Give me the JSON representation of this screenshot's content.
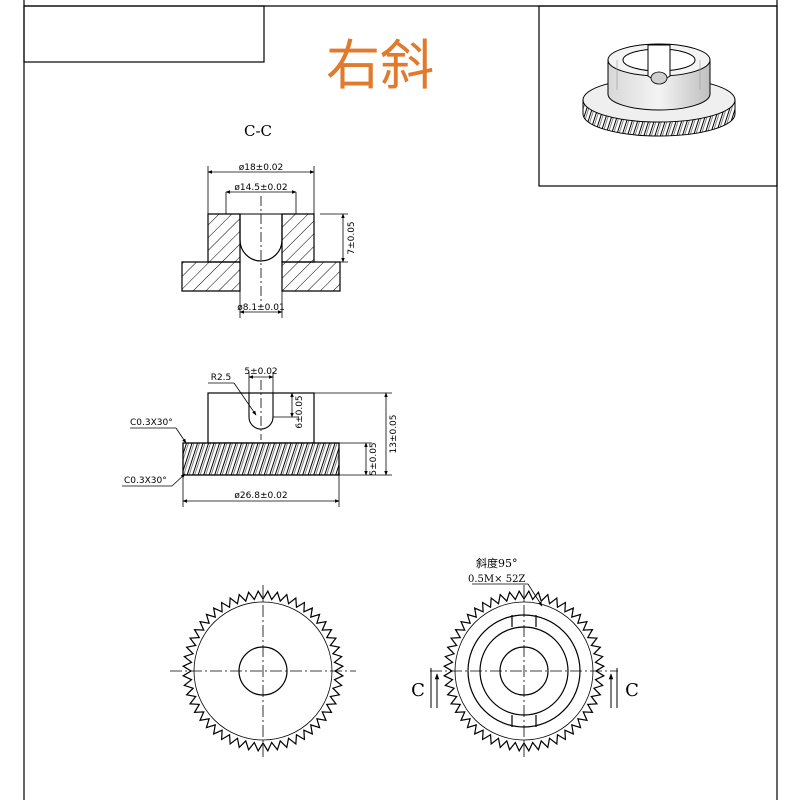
{
  "title": "右斜",
  "section": {
    "label": "C-C"
  },
  "section_view": {
    "dims": {
      "outer_dia": "ø18±0.02",
      "inner_dia": "ø14.5±0.02",
      "height": "7±0.05",
      "bore_dia": "ø8.1±0.01"
    }
  },
  "side_view": {
    "dims": {
      "radius": "R2.5",
      "slot_width": "5±0.02",
      "slot_depth": "6±0.05",
      "chamfer_top": "C0.3X30°",
      "chamfer_bottom": "C0.3X30°",
      "total_height": "13±0.05",
      "gear_height": "5±0.05",
      "gear_dia": "ø26.8±0.02"
    }
  },
  "gear_spec": {
    "helix": "斜度95°",
    "module_teeth": "0.5M× 52Z"
  },
  "cut_marks": {
    "left": "C",
    "right": "C"
  },
  "gear": {
    "teeth": 52
  }
}
